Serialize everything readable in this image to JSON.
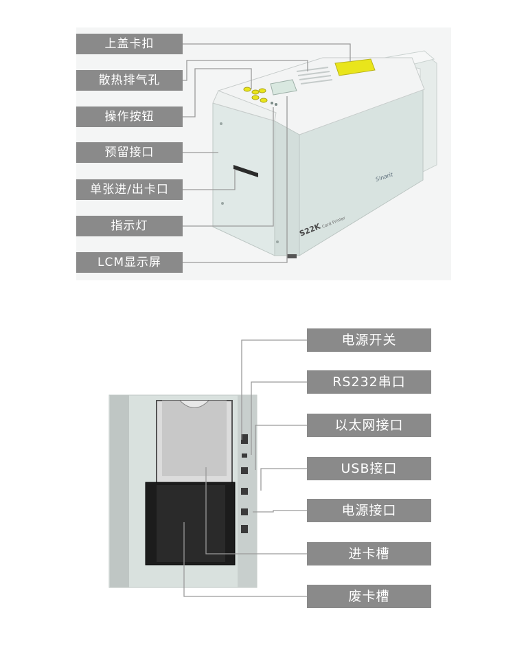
{
  "top_diagram": {
    "labels": [
      "上盖卡扣",
      "散热排气孔",
      "操作按钮",
      "预留接口",
      "单张进/出卡口",
      "指示灯",
      "LCM显示屏"
    ],
    "device_model": "S22K",
    "device_subtitle": "Card Printer",
    "device_brand": "Sinarit"
  },
  "bottom_diagram": {
    "labels": [
      "电源开关",
      "RS232串口",
      "以太网接口",
      "USB接口",
      "电源接口",
      "进卡槽",
      "废卡槽"
    ]
  },
  "colors": {
    "label_bg": "#8a8a8a",
    "label_text": "#ffffff",
    "device_body": "#dfe7e5",
    "device_top": "#f3f4f4",
    "accent_yellow": "#e9e51b",
    "leader_line": "#9a9a9a"
  }
}
